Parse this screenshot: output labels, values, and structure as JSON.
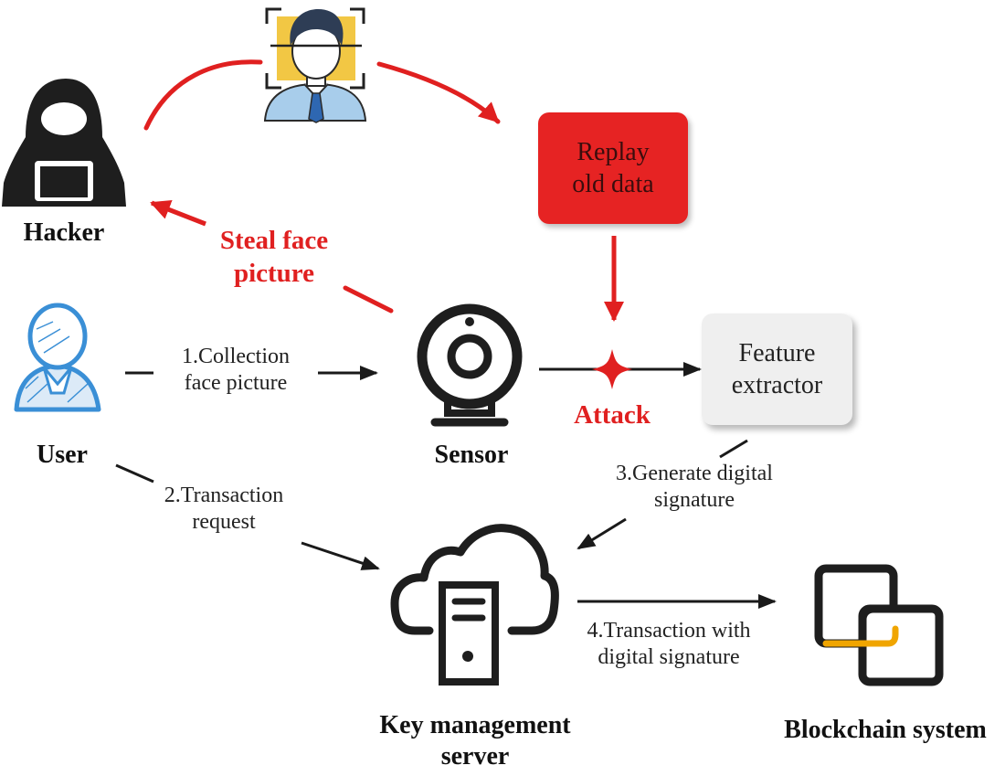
{
  "nodes": {
    "hacker": "Hacker",
    "user": "User",
    "sensor": "Sensor",
    "replay_box": {
      "line1": "Replay",
      "line2": "old data"
    },
    "feature_box": {
      "line1": "Feature",
      "line2": "extractor"
    },
    "key_server": {
      "line1": "Key management",
      "line2": "server"
    },
    "blockchain": "Blockchain system"
  },
  "labels": {
    "steal": {
      "line1": "Steal face",
      "line2": "picture"
    },
    "attack": "Attack",
    "step1": {
      "line1": "1.Collection",
      "line2": "face picture"
    },
    "step2": {
      "line1": "2.Transaction",
      "line2": "request"
    },
    "step3": {
      "line1": "3.Generate digital",
      "line2": "signature"
    },
    "step4": {
      "line1": "4.Transaction with",
      "line2": "digital signature"
    }
  },
  "colors": {
    "attack_red": "#e02020",
    "arrow_black": "#1a1a1a",
    "face_frame_yellow": "#f2c744",
    "user_blue": "#3a8fd6",
    "blockchain_accent": "#f0a500"
  },
  "icons": [
    "hacker-icon",
    "face-scan-icon",
    "user-icon",
    "webcam-icon",
    "cloud-server-icon",
    "blockchain-icon",
    "attack-star-icon"
  ]
}
